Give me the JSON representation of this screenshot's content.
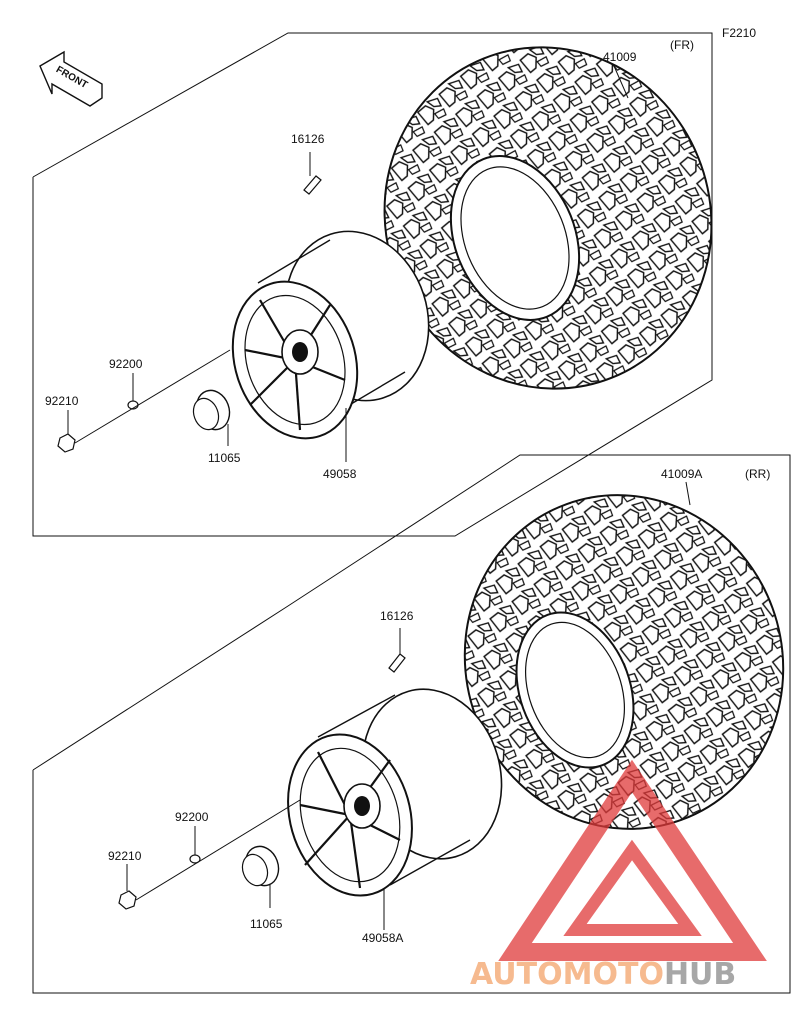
{
  "figure_code": "F2210",
  "front_arrow": {
    "text": "FRONT"
  },
  "front_group": {
    "position": "(FR)",
    "parts": {
      "tire": "41009",
      "valve": "16126",
      "washer": "92200",
      "nut": "92210",
      "cap": "11065",
      "wheel": "49058"
    }
  },
  "rear_group": {
    "position": "(RR)",
    "parts": {
      "tire": "41009A",
      "valve": "16126",
      "washer": "92200",
      "nut": "92210",
      "cap": "11065",
      "wheel": "49058A"
    }
  },
  "watermark": {
    "part1": "AUTO",
    "part2": "MOTO",
    "part3": "HUB",
    "color_light": "#f4a36a",
    "color_dark": "#8a8a8a",
    "triangle_color": "#e03a3a"
  }
}
